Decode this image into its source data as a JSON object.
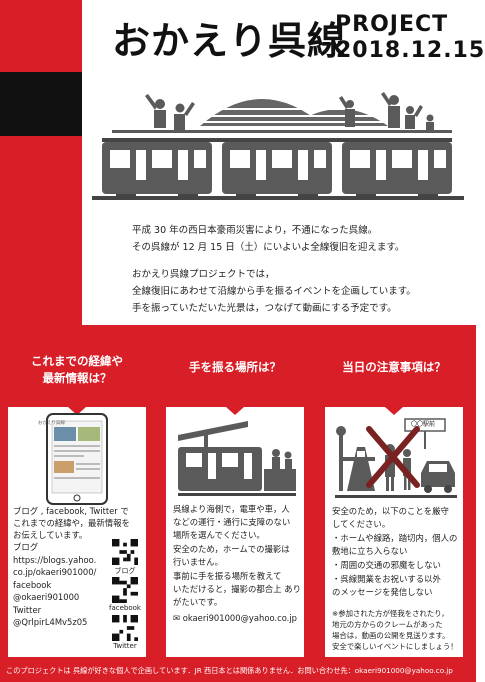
{
  "title": {
    "main": "おかえり呉線",
    "project": "PROJECT",
    "date": "2018.12.15"
  },
  "intro": [
    "平成 30 年の西日本豪雨災害により，不通になった呉線。",
    "その呉線が 12 月 15 日（土）にいよいよ全線復旧を迎えます。",
    "おかえり呉線プロジェクトでは，",
    "全線復旧にあわせて沿線から手を振るイベントを企画しています。",
    "手を振っていただいた光景は，つなげて動画にする予定です。"
  ],
  "panels": [
    {
      "title_lines": [
        "これまでの経緯や",
        "最新情報は？"
      ],
      "screen_label": "おかえり呉線",
      "body": [
        "ブログ , facebook, Twitter で",
        "これまでの経緯や，最新情報を",
        "お伝えしています。",
        "ブログ",
        "  https://blogs.yahoo.",
        "  co.jp/okaeri901000/",
        "facebook",
        "  @okaeri901000",
        "Twitter",
        "  @QrlpirL4Mv5z05"
      ],
      "qr_labels": [
        "ブログ",
        "facebook",
        "Twitter"
      ]
    },
    {
      "title_lines": [
        "手を振る場所は？"
      ],
      "body": [
        "呉線より海側で，電車や車，人",
        "などの運行・通行に支障のない",
        "場所を選んでください。",
        "安全のため，ホームでの撮影は",
        "行いません。",
        "事前に手を振る場所を教えて",
        "いただけると，撮影の都合上 あり",
        "がたいです。"
      ],
      "email": "okaeri901000@yahoo.co.jp"
    },
    {
      "title_lines": [
        "当日の注意事項は？"
      ],
      "sign_text": "〇〇駅前",
      "body": [
        "安全のため，以下のことを厳守",
        "してください。",
        "・ホームや線路，踏切内，個人の",
        "  敷地に立ち入らない",
        "・周囲の交通の邪魔をしない",
        "・呉線開業をお祝いする以外",
        "  のメッセージを発信しない"
      ],
      "note": [
        "※参加された方が怪我をされたり，",
        "地元の方からのクレームがあった",
        "場合は，動画の公開を見送ります。",
        "安全で楽しいイベントにしましょう！"
      ]
    }
  ],
  "footer": "このプロジェクトは 呉線が好きな個人で企画しています．JR 西日本とは関係ありません．お問い合わせ先：okaeri901000@yahoo.co.jp",
  "colors": {
    "accent": "#d81e27",
    "dark": "#111111",
    "gray": "#5a5a5a"
  },
  "icons": [
    "train-icon",
    "people-icon",
    "tablet-icon",
    "qr-code-icon",
    "mail-icon",
    "station-icon",
    "cross-mark-icon"
  ]
}
